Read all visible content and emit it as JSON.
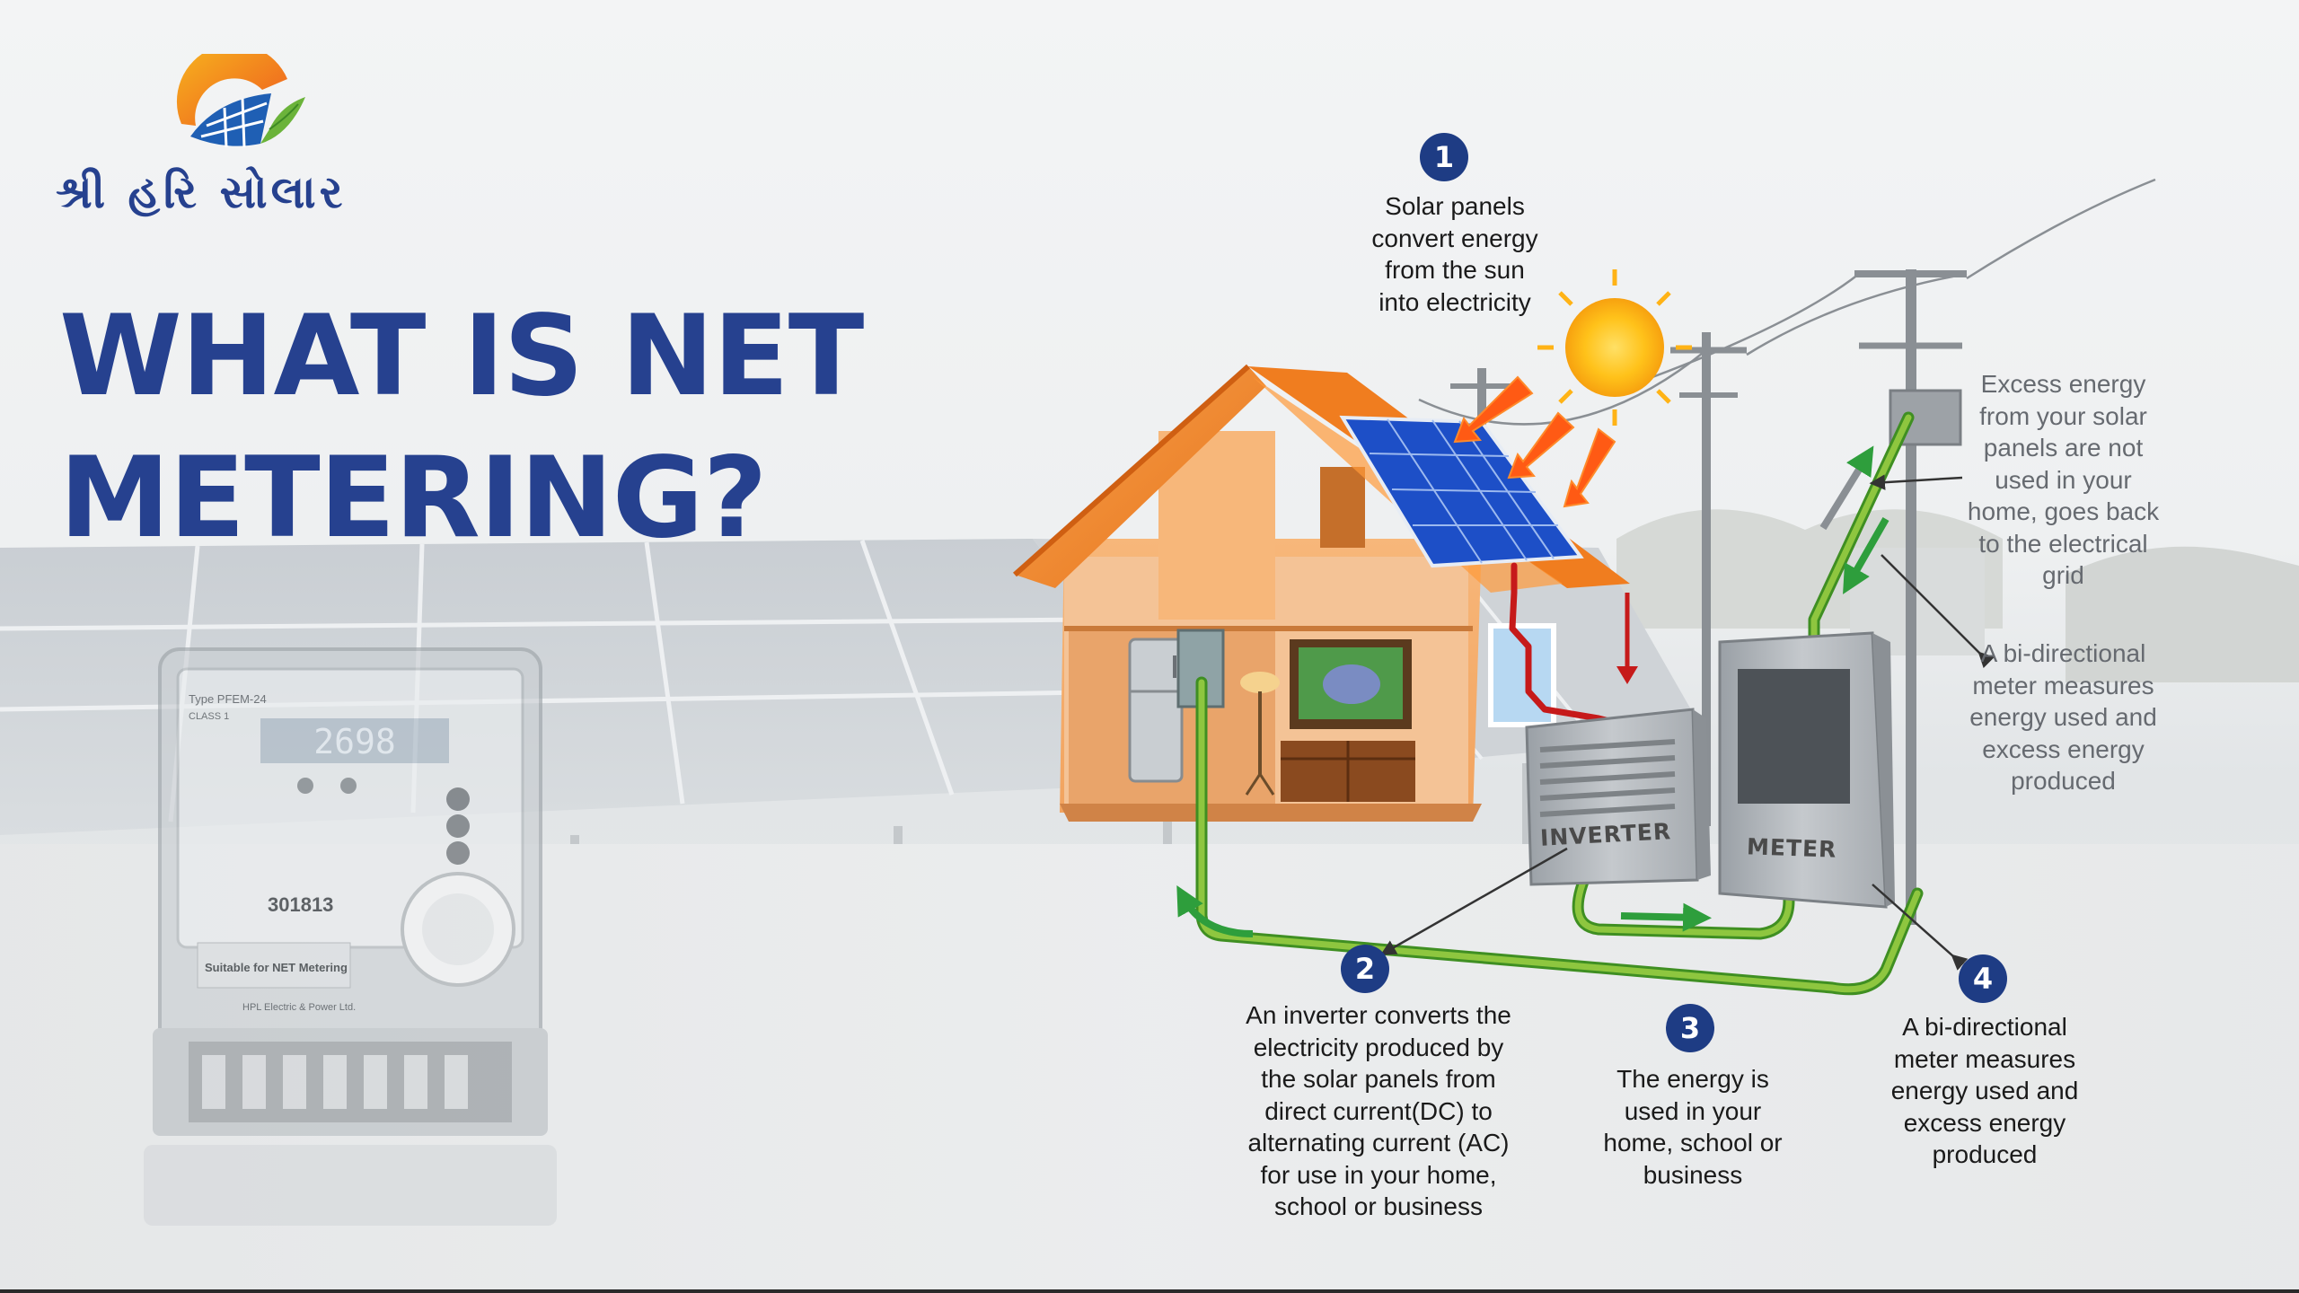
{
  "brand": {
    "name": "શ્રી હરિ સોલાર",
    "colors": {
      "primary": "#26418f",
      "accent_orange": "#f39a1b",
      "accent_green": "#6bb33a",
      "accent_blue": "#1f5fb4"
    }
  },
  "headline": {
    "line1": "WHAT IS NET",
    "line2": "METERING?"
  },
  "meter_photo": {
    "display_reading": "2698",
    "label_type": "Type PFEM-24",
    "label_class": "CLASS 1",
    "serial_number": "301813",
    "tag": "Suitable for NET Metering",
    "maker": "HPL Electric & Power Ltd."
  },
  "devices": {
    "inverter_label": "INVERTER",
    "meter_label": "METER"
  },
  "steps": [
    {
      "number": "1",
      "lines": [
        "Solar panels",
        "convert energy",
        "from the sun",
        "into electricity"
      ]
    },
    {
      "number": "2",
      "lines": [
        "An inverter converts the",
        "electricity produced by",
        "the solar panels from",
        "direct current(DC) to",
        "alternating current (AC)",
        "for use in your home,",
        "school or business"
      ]
    },
    {
      "number": "3",
      "lines": [
        "The energy is",
        "used in your",
        "home, school or",
        "business"
      ]
    },
    {
      "number": "4",
      "lines": [
        "A bi-directional",
        "meter measures",
        "energy used and",
        "excess energy",
        "produced"
      ]
    }
  ],
  "side_notes": [
    {
      "lines": [
        "Excess energy",
        "from your solar",
        "panels are not",
        "used in your",
        "home, goes back",
        "to the electrical",
        "grid"
      ]
    },
    {
      "lines": [
        "A bi-directional",
        "meter measures",
        "energy used and",
        "excess energy",
        "produced"
      ]
    }
  ],
  "icons": [
    "logo-sun-panel-icon",
    "sun-icon",
    "house-icon",
    "solar-panel-icon",
    "inverter-icon",
    "meter-icon",
    "utility-pole-icon",
    "refrigerator-icon",
    "tv-icon",
    "lamp-icon",
    "cabinet-icon",
    "arrow-icon"
  ]
}
